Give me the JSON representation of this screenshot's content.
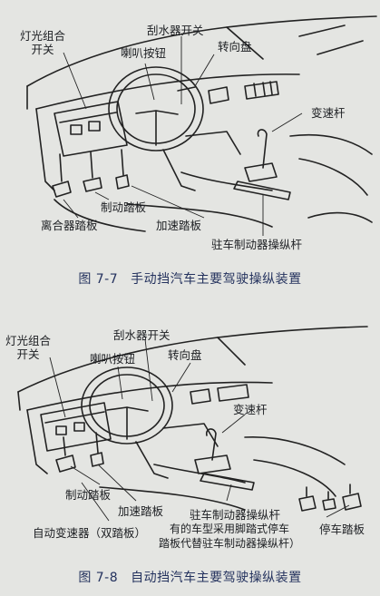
{
  "figure1": {
    "labels": {
      "light_switch": [
        "灯光组合",
        "开关"
      ],
      "wiper_switch": "刮水器开关",
      "horn_button": "喇叭按钮",
      "steering_wheel": "转向盘",
      "gear_lever": "变速杆",
      "brake_pedal": "制动踏板",
      "clutch_pedal": "离合器踏板",
      "accelerator_pedal": "加速踏板",
      "parking_brake_lever": "驻车制动器操纵杆"
    },
    "caption_number": "图 7-7",
    "caption_text": "手动挡汽车主要驾驶操纵装置"
  },
  "figure2": {
    "labels": {
      "light_switch": [
        "灯光组合",
        "开关"
      ],
      "wiper_switch": "刮水器开关",
      "horn_button": "喇叭按钮",
      "steering_wheel": "转向盘",
      "gear_lever": "变速杆",
      "brake_pedal": "制动踏板",
      "accelerator_pedal": "加速踏板",
      "parking_brake_lever": "驻车制动器操纵杆",
      "auto_transmission": "自动变速器（双踏板）",
      "foot_parking_note": [
        "有的车型采用脚踏式停车",
        "踏板代替驻车制动器操纵杆）"
      ],
      "parking_pedal": "停车踏板"
    },
    "caption_number": "图 7-8",
    "caption_text": "自动挡汽车主要驾驶操纵装置"
  }
}
